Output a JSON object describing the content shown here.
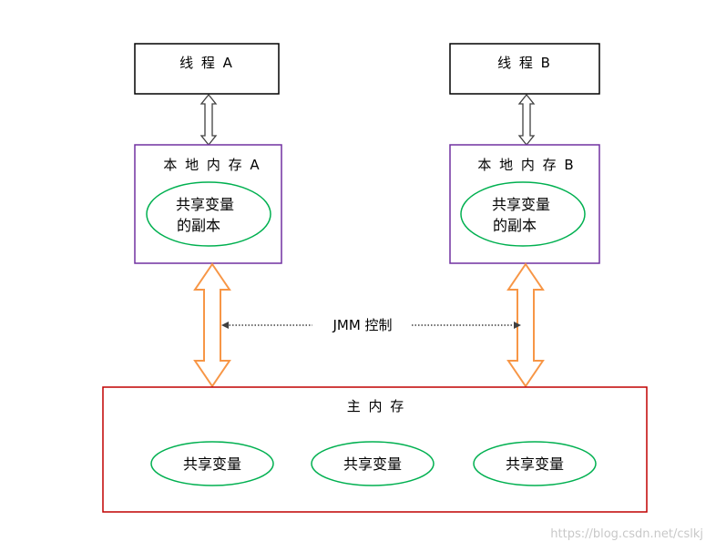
{
  "thread_a": {
    "label": "线 程 A"
  },
  "thread_b": {
    "label": "线 程 B"
  },
  "local_memory_a": {
    "label": "本 地 内 存 A",
    "copy_line1": "共享变量",
    "copy_line2": "的副本"
  },
  "local_memory_b": {
    "label": "本 地 内 存 B",
    "copy_line1": "共享变量",
    "copy_line2": "的副本"
  },
  "jmm": {
    "label": "JMM 控制"
  },
  "main_memory": {
    "label": "主 内 存",
    "shared_variables": [
      "共享变量",
      "共享变量",
      "共享变量"
    ]
  },
  "watermark": "https://blog.csdn.net/cslkj",
  "colors": {
    "thread_border": "#000000",
    "local_memory_border": "#7030a0",
    "main_memory_border": "#c00000",
    "oval_border": "#00b050",
    "thread_arrow": "#404040",
    "memory_arrow": "#f79646",
    "jmm_dots": "#404040"
  }
}
